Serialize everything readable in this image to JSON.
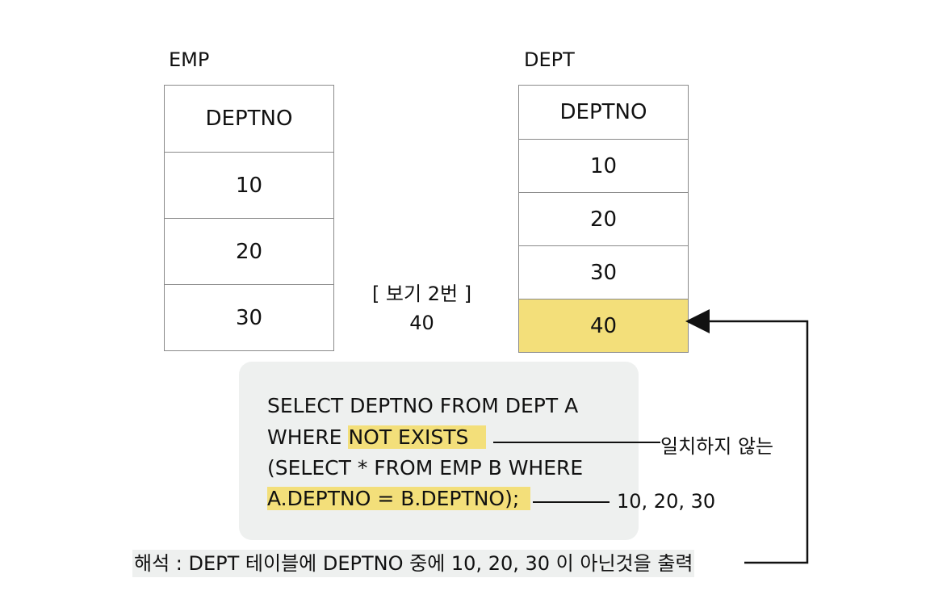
{
  "emp": {
    "title": "EMP",
    "header": "DEPTNO",
    "rows": [
      "10",
      "20",
      "30"
    ]
  },
  "dept": {
    "title": "DEPT",
    "header": "DEPTNO",
    "rows": [
      "10",
      "20",
      "30",
      "40"
    ],
    "highlighted_row": "40"
  },
  "answer": {
    "label": "[ 보기 2번 ]",
    "value": "40"
  },
  "sql": {
    "line1": "SELECT DEPTNO FROM DEPT A",
    "line2_prefix": "WHERE ",
    "line2_highlight": "NOT EXISTS",
    "line3": "(SELECT * FROM EMP B WHERE",
    "line4_highlight": "A.DEPTNO = B.DEPTNO);"
  },
  "annotations": {
    "not_exists_note": "일치하지 않는",
    "join_values_note": "10, 20, 30"
  },
  "summary": "해석 : DEPT 테이블에 DEPTNO 중에 10, 20, 30 이 아닌것을 출력",
  "colors": {
    "highlight": "#f3df7a",
    "box_background": "#eef0ef",
    "border": "#8a8a8a"
  }
}
